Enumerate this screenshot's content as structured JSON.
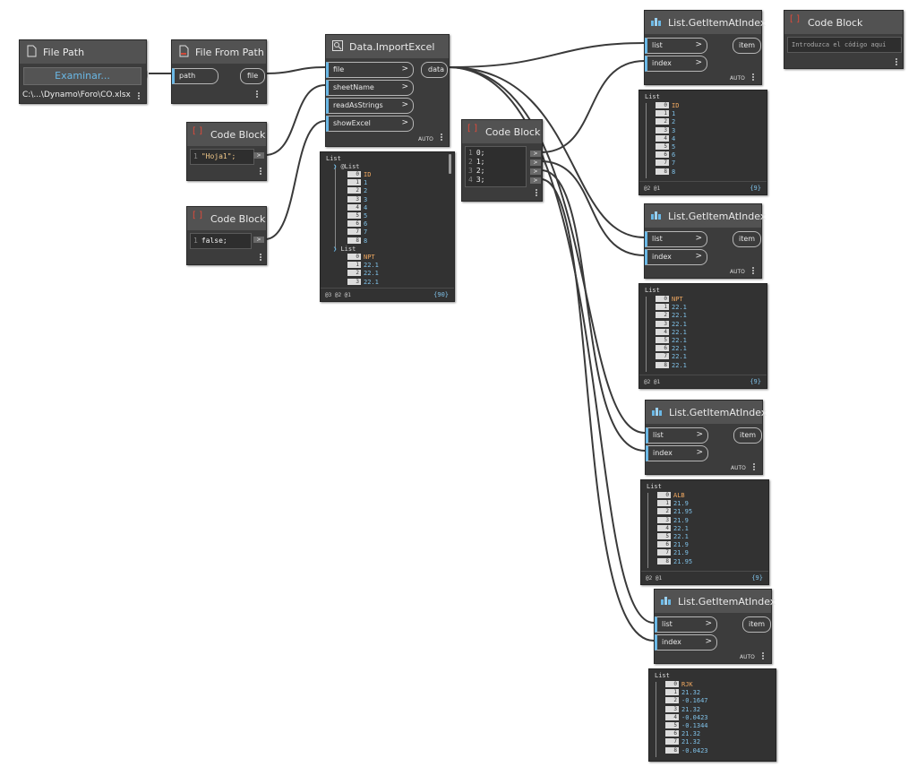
{
  "file_path": {
    "title": "File Path",
    "browse": "Examinar...",
    "path": "C:\\...\\Dynamo\\Foro\\CO.xlsx",
    "out": ">"
  },
  "file_from_path": {
    "title": "File From Path",
    "in": "path",
    "out": "file"
  },
  "import_excel": {
    "title": "Data.ImportExcel",
    "inputs": [
      "file",
      "sheetName",
      "readAsStrings",
      "showExcel"
    ],
    "out": "data",
    "lacing": "AUTO"
  },
  "cb_sheet": {
    "title": "Code Block",
    "line": "1",
    "code": "\"Hoja1\";"
  },
  "cb_false": {
    "title": "Code Block",
    "line": "1",
    "code": "false;"
  },
  "cb_idx": {
    "title": "Code Block",
    "lines": [
      {
        "n": "1",
        "c": "0;"
      },
      {
        "n": "2",
        "c": "1;"
      },
      {
        "n": "3",
        "c": "2;"
      },
      {
        "n": "4",
        "c": "3;"
      }
    ]
  },
  "cb_empty": {
    "title": "Code Block",
    "placeholder": "Introduzca el código aquí"
  },
  "import_preview": {
    "label": "List",
    "levels": "@3 @2 @1",
    "count": "{90}",
    "sub1": "@List",
    "sub2": "List",
    "rows1": [
      [
        "0",
        "ID"
      ],
      [
        "1",
        "1"
      ],
      [
        "2",
        "2"
      ],
      [
        "3",
        "3"
      ],
      [
        "4",
        "4"
      ],
      [
        "5",
        "5"
      ],
      [
        "6",
        "6"
      ],
      [
        "7",
        "7"
      ],
      [
        "8",
        "8"
      ]
    ],
    "rows2": [
      [
        "0",
        "NPT"
      ],
      [
        "1",
        "22.1"
      ],
      [
        "2",
        "22.1"
      ],
      [
        "3",
        "22.1"
      ]
    ]
  },
  "gets": [
    {
      "title": "List.GetItemAtIndex",
      "in1": "list",
      "in2": "index",
      "out": "item",
      "lacing": "AUTO",
      "preview": {
        "label": "List",
        "levels": "@2 @1",
        "count": "{9}",
        "rows": [
          [
            "0",
            "ID"
          ],
          [
            "1",
            "1"
          ],
          [
            "2",
            "2"
          ],
          [
            "3",
            "3"
          ],
          [
            "4",
            "4"
          ],
          [
            "5",
            "5"
          ],
          [
            "6",
            "6"
          ],
          [
            "7",
            "7"
          ],
          [
            "8",
            "8"
          ]
        ]
      }
    },
    {
      "title": "List.GetItemAtIndex",
      "in1": "list",
      "in2": "index",
      "out": "item",
      "lacing": "AUTO",
      "preview": {
        "label": "List",
        "levels": "@2 @1",
        "count": "{9}",
        "rows": [
          [
            "0",
            "NPT"
          ],
          [
            "1",
            "22.1"
          ],
          [
            "2",
            "22.1"
          ],
          [
            "3",
            "22.1"
          ],
          [
            "4",
            "22.1"
          ],
          [
            "5",
            "22.1"
          ],
          [
            "6",
            "22.1"
          ],
          [
            "7",
            "22.1"
          ],
          [
            "8",
            "22.1"
          ]
        ]
      }
    },
    {
      "title": "List.GetItemAtIndex",
      "in1": "list",
      "in2": "index",
      "out": "item",
      "lacing": "AUTO",
      "preview": {
        "label": "List",
        "levels": "@2 @1",
        "count": "{9}",
        "rows": [
          [
            "0",
            "ALB"
          ],
          [
            "1",
            "21.9"
          ],
          [
            "2",
            "21.95"
          ],
          [
            "3",
            "21.9"
          ],
          [
            "4",
            "22.1"
          ],
          [
            "5",
            "22.1"
          ],
          [
            "6",
            "21.9"
          ],
          [
            "7",
            "21.9"
          ],
          [
            "8",
            "21.95"
          ]
        ]
      }
    },
    {
      "title": "List.GetItemAtIndex",
      "in1": "list",
      "in2": "index",
      "out": "item",
      "lacing": "AUTO",
      "preview": {
        "label": "List",
        "rows": [
          [
            "0",
            "RJK"
          ],
          [
            "1",
            "21.32"
          ],
          [
            "2",
            "-0.1647"
          ],
          [
            "3",
            "21.32"
          ],
          [
            "4",
            "-0.0423"
          ],
          [
            "5",
            "-0.1344"
          ],
          [
            "6",
            "21.32"
          ],
          [
            "7",
            "21.32"
          ],
          [
            "8",
            "-0.0423"
          ]
        ]
      }
    }
  ]
}
